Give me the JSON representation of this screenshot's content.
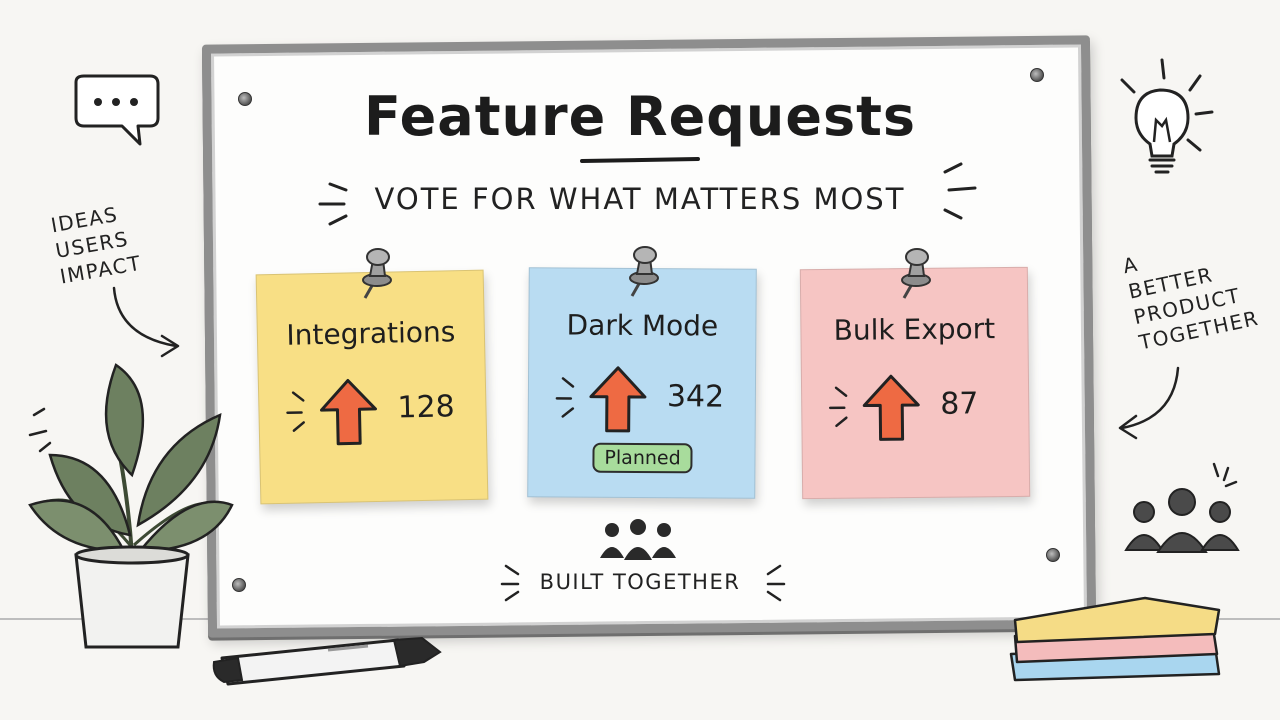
{
  "board": {
    "title": "Feature Requests",
    "subtitle": "VOTE FOR WHAT MATTERS MOST",
    "footer": "BUILT TOGETHER"
  },
  "notes": [
    {
      "title": "Integrations",
      "votes": "128",
      "color": "#f8df85",
      "badge": ""
    },
    {
      "title": "Dark Mode",
      "votes": "342",
      "color": "#b9dcf2",
      "badge": "Planned"
    },
    {
      "title": "Bulk Export",
      "votes": "87",
      "color": "#f6c5c3",
      "badge": ""
    }
  ],
  "side": {
    "left_lines": [
      "IDEAS",
      "USERS",
      "IMPACT"
    ],
    "right_lines": [
      "A",
      "BETTER",
      "PRODUCT",
      "TOGETHER"
    ]
  },
  "colors": {
    "arrow": "#ee6a43",
    "badge": "#a8dc9c"
  },
  "icons": [
    "speech-bubble-icon",
    "lightbulb-icon",
    "upvote-arrow-icon",
    "pushpin-icon",
    "people-group-icon",
    "plant-icon",
    "marker-icon",
    "sticky-note-stack-icon"
  ]
}
